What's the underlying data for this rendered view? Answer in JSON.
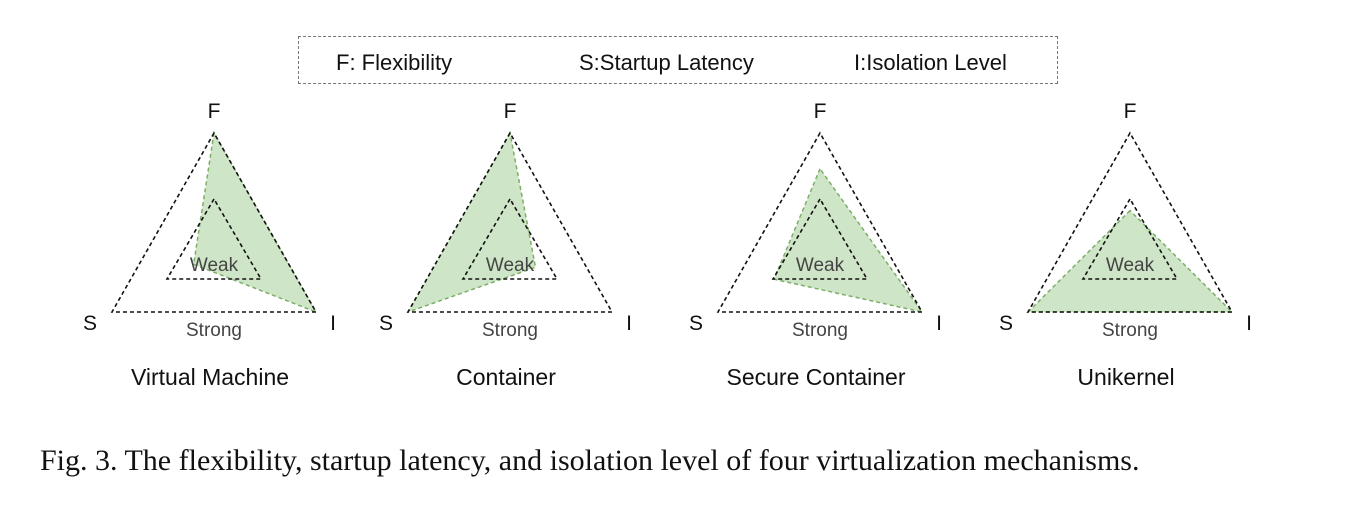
{
  "legend": {
    "f": "F: Flexibility",
    "s": "S:Startup Latency",
    "i": "I:Isolation Level"
  },
  "axes": {
    "top": "F",
    "left": "S",
    "right": "I"
  },
  "scale": {
    "inner": "Weak",
    "outer": "Strong"
  },
  "panels": [
    {
      "title": "Virtual Machine",
      "flexibility": 1.0,
      "startup_latency": 0.2,
      "isolation": 1.0
    },
    {
      "title": "Container",
      "flexibility": 1.0,
      "startup_latency": 1.0,
      "isolation": 0.25
    },
    {
      "title": "Secure Container",
      "flexibility": 0.7,
      "startup_latency": 0.45,
      "isolation": 1.0
    },
    {
      "title": "Unikernel",
      "flexibility": 0.35,
      "startup_latency": 1.0,
      "isolation": 1.0
    }
  ],
  "colors": {
    "fill": "#cfe5c7",
    "stroke": "#7cae6a",
    "dash": "#111111"
  },
  "caption": "Fig. 3.  The flexibility, startup latency, and isolation level of four virtualization mechanisms."
}
